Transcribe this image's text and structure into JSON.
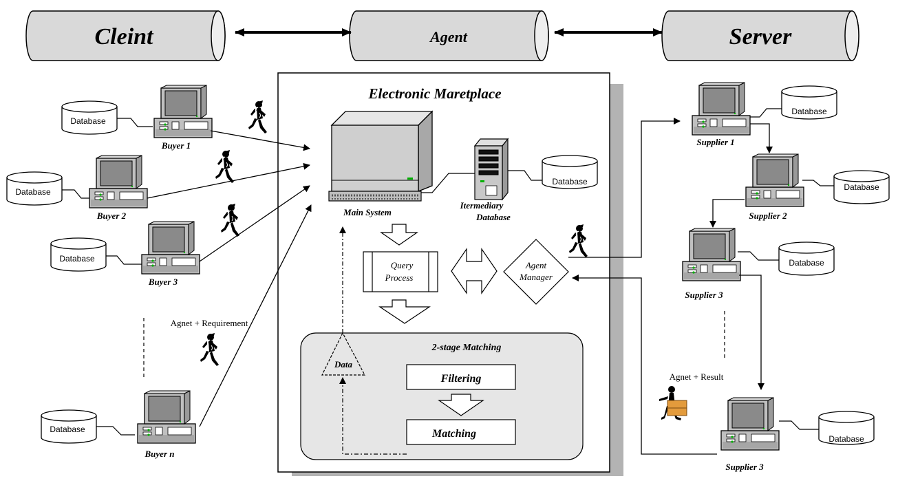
{
  "banners": {
    "client": "Cleint",
    "agent": "Agent",
    "server": "Server"
  },
  "marketplace": {
    "title": "Electronic  Maretplace",
    "main_system": "Main System",
    "intermediary_line1": "Itermediary",
    "intermediary_line2": "Database",
    "database": "Database",
    "query_line1": "Query",
    "query_line2": "Process",
    "agent_manager_line1": "Agent",
    "agent_manager_line2": "Manager",
    "matching_title": "2-stage Matching",
    "data": "Data",
    "filtering": "Filtering",
    "matching": "Matching"
  },
  "buyers": [
    {
      "label": "Buyer  1",
      "database": "Database"
    },
    {
      "label": "Buyer  2",
      "database": "Database"
    },
    {
      "label": "Buyer  3",
      "database": "Database"
    },
    {
      "label": "Buyer  n",
      "database": "Database"
    }
  ],
  "suppliers": [
    {
      "label": "Supplier 1",
      "database": "Database"
    },
    {
      "label": "Supplier 2",
      "database": "Database"
    },
    {
      "label": "Supplier 3",
      "database": "Database"
    },
    {
      "label": "Supplier 3",
      "database": "Database"
    }
  ],
  "annotations": {
    "buyer_side": "Agnet + Requirement",
    "supplier_side": "Agnet + Result"
  },
  "colors": {
    "banner_fill": "#d9d9d9",
    "panel_shadow": "#b3b3b3",
    "matching_fill": "#e6e6e6",
    "pc_body": "#c0c0c0",
    "pc_screen": "#8a8a8a"
  }
}
